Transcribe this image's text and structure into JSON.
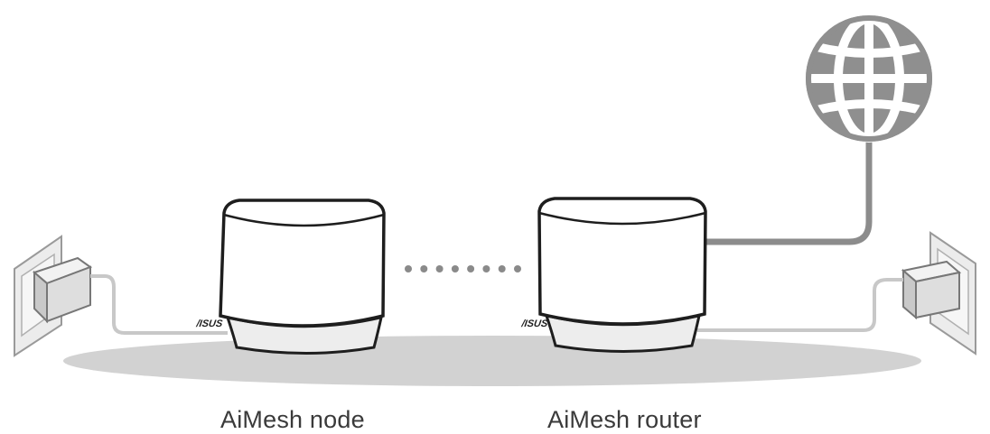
{
  "labels": {
    "node": "AiMesh node",
    "router": "AiMesh router"
  },
  "devices": {
    "node_logo": "/ISUS",
    "router_logo": "/ISUS"
  },
  "icons": [
    "globe-icon",
    "power-adapter-icon"
  ],
  "colors": {
    "floor": "#d2d2d2",
    "cable": "#c8c8c8",
    "wan_cable": "#8c8c8c",
    "globe": "#8f8f8f",
    "device_outline": "#1e1e1e",
    "dots": "#8a8a8a",
    "label_text": "#3a3a3a"
  },
  "mesh_link": {
    "style": "dotted",
    "dot_count": 8
  }
}
